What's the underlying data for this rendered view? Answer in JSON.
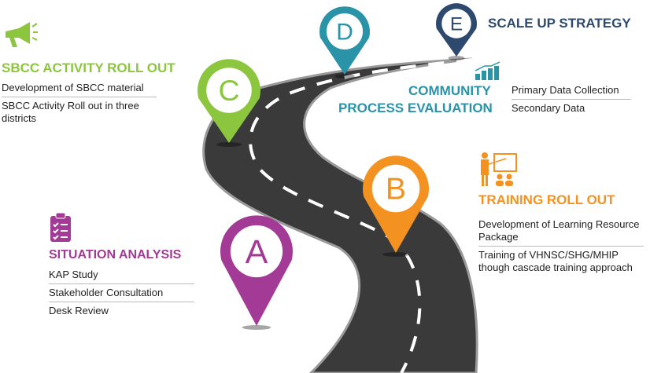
{
  "stages": [
    {
      "letter": "A",
      "title": "SITUATION ANALYSIS",
      "color": "#a33a96",
      "items": [
        "KAP Study",
        "Stakeholder Consultation",
        "Desk Review"
      ],
      "icon": "clipboard-checklist-icon"
    },
    {
      "letter": "B",
      "title": "TRAINING ROLL OUT",
      "color": "#f39220",
      "items": [
        "Development of Learning Resource Package",
        "Training of VHNSC/SHG/MHIP though cascade training approach"
      ],
      "icon": "trainer-presentation-icon"
    },
    {
      "letter": "C",
      "title": "SBCC ACTIVITY ROLL OUT",
      "color": "#8cc63f",
      "items": [
        "Development of SBCC material",
        "SBCC Activity Roll out in three districts"
      ],
      "icon": "megaphone-icon"
    },
    {
      "letter": "D",
      "title_line1": "COMMUNITY",
      "title_line2": "PROCESS EVALUATION",
      "color": "#2a93a8",
      "items": [
        "Primary Data Collection",
        "Secondary Data"
      ],
      "icon": "bar-chart-growth-icon"
    },
    {
      "letter": "E",
      "title": "SCALE UP STRATEGY",
      "color": "#2d4a6e",
      "icon": "none"
    }
  ]
}
